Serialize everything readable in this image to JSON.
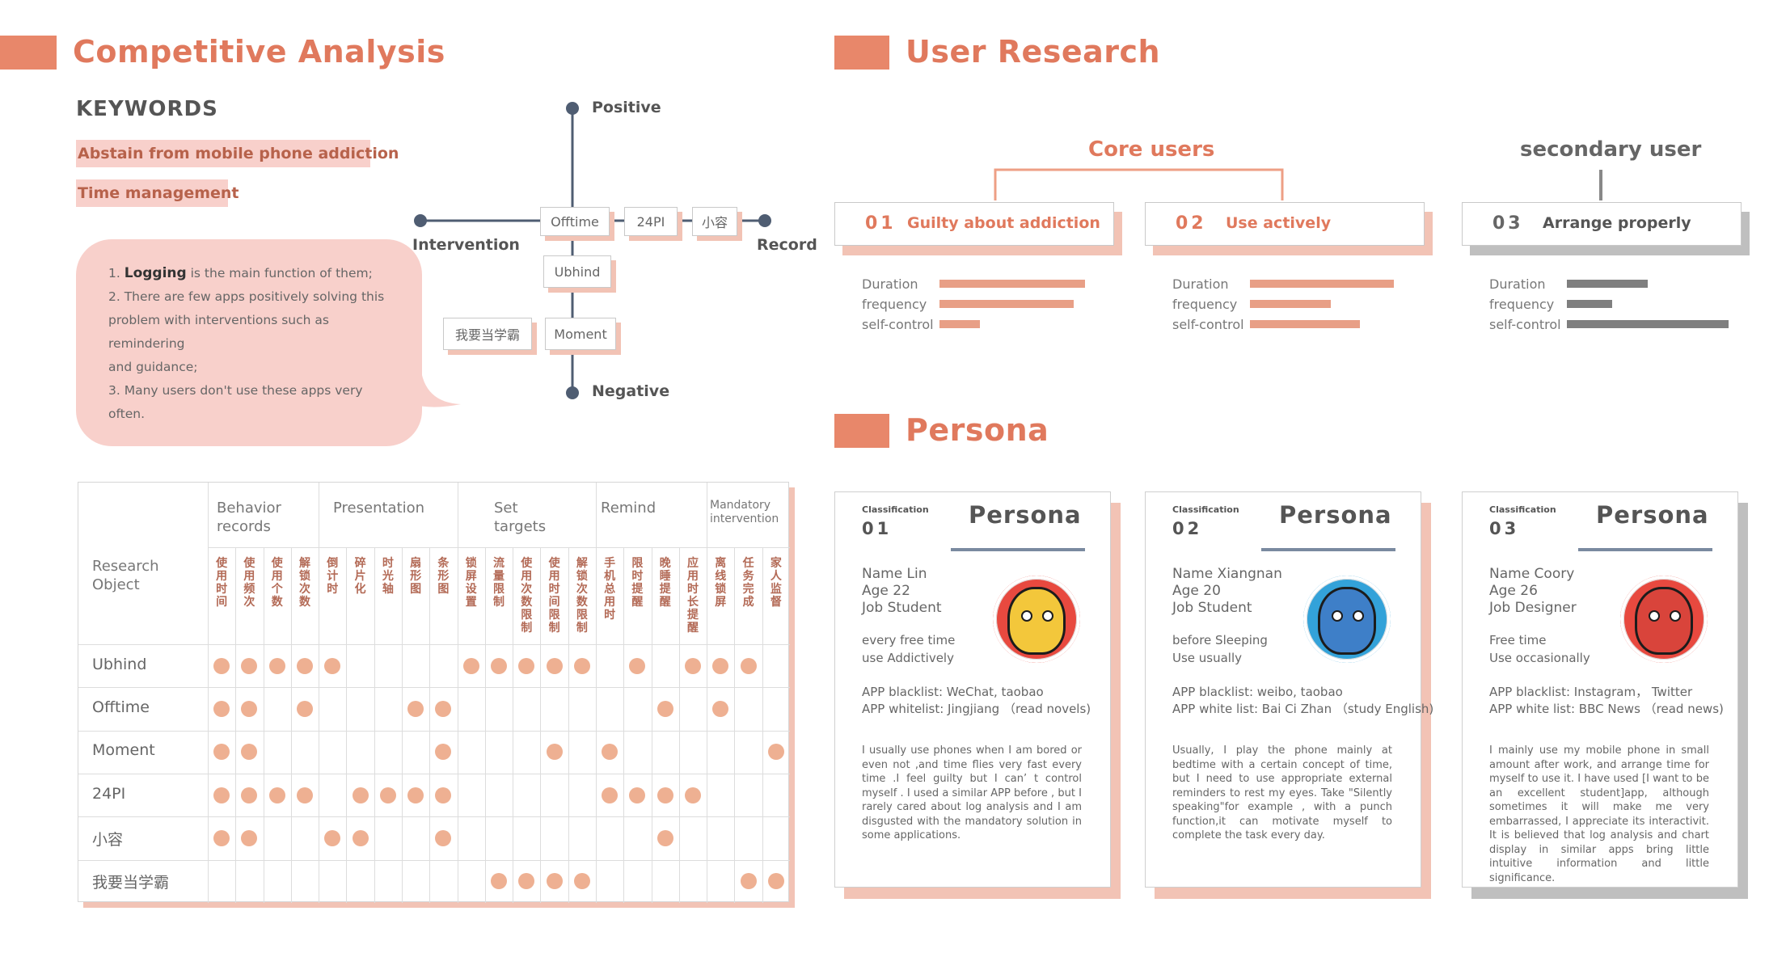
{
  "left": {
    "section_title": "Competitive Analysis",
    "keywords_heading": "KEYWORDS",
    "keywords": [
      "Abstain from mobile phone addiction",
      "Time management"
    ],
    "bubble": {
      "line1_num": "1.",
      "line1_bold": "Logging",
      "line1_rest": "is the main function of them;",
      "line2": "2. There are few apps positively solving this",
      "line3": "problem with interventions such as remindering",
      "line4": "and guidance;",
      "line5": "3. Many users don't use these apps very often."
    },
    "axes": {
      "positive": "Positive",
      "negative": "Negative",
      "intervention": "Intervention",
      "record": "Record"
    },
    "apps_on_map": {
      "offtime": "Offtime",
      "app24pi": "24PI",
      "xiaorong": "小容",
      "ubhind": "Ubhind",
      "woyao": "我要当学霸",
      "moment": "Moment"
    },
    "table": {
      "corner_label": "Research\nObject",
      "groups": [
        {
          "label": "Behavior\nrecords"
        },
        {
          "label": "Presentation"
        },
        {
          "label": "Set\ntargets"
        },
        {
          "label": "Remind"
        },
        {
          "label": "Mandatory\nintervention"
        }
      ],
      "columns": [
        "使用时间",
        "使用频次",
        "使用个数",
        "解锁次数",
        "倒计时",
        "碎片化",
        "时光轴",
        "扇形图",
        "条形图",
        "锁屏设置",
        "流量限制",
        "使用次数限制",
        "使用时间限制",
        "解锁次数限制",
        "手机总用时",
        "限时提醒",
        "晚睡提醒",
        "应用时长提醒",
        "离线锁屏",
        "任务完成",
        "家人监督"
      ],
      "rows": [
        {
          "name": "Ubhind",
          "marks": [
            0,
            1,
            2,
            3,
            4,
            9,
            10,
            11,
            12,
            13,
            15,
            17,
            18,
            19
          ]
        },
        {
          "name": "Offtime",
          "marks": [
            0,
            1,
            3,
            7,
            8,
            16,
            18
          ]
        },
        {
          "name": "Moment",
          "marks": [
            0,
            1,
            8,
            12,
            14,
            20
          ]
        },
        {
          "name": "24PI",
          "marks": [
            0,
            1,
            2,
            3,
            5,
            6,
            7,
            8,
            14,
            15,
            16,
            17
          ]
        },
        {
          "name": "小容",
          "marks": [
            0,
            1,
            4,
            5,
            8,
            16
          ]
        },
        {
          "name": "我要当学霸",
          "marks": [
            10,
            11,
            12,
            13,
            19,
            20
          ]
        }
      ]
    }
  },
  "user_research": {
    "section_title": "User Research",
    "core_label": "Core users",
    "secondary_label": "secondary user",
    "metric_names": [
      "Duration",
      "frequency",
      "self-control"
    ],
    "cards": [
      {
        "num": "01",
        "label": "Guilty about addiction",
        "levels": [
          0.9,
          0.83,
          0.25
        ]
      },
      {
        "num": "02",
        "label": "Use actively",
        "levels": [
          0.89,
          0.5,
          0.68
        ]
      },
      {
        "num": "03",
        "label": "Arrange properly",
        "levels": [
          0.5,
          0.28,
          1.0
        ]
      }
    ],
    "colors": {
      "accent": "#e0795d",
      "accent_bar": "#e89f86",
      "gray_bar": "#7f7f7f"
    }
  },
  "persona": {
    "section_title": "Persona",
    "classification_label": "Classification",
    "title": "Persona",
    "cards": [
      {
        "num": "01",
        "name_label": "Name",
        "name": "Lin",
        "age_label": "Age",
        "age": "22",
        "job_label": "Job",
        "job": "Student",
        "usage1": "every free time",
        "usage2": "use Addictively",
        "blacklist": "APP blacklist:  WeChat, taobao",
        "whitelist": "APP whitelist:  Jingjiang （read novels)",
        "quote": "I usually use phones when I am bored or even  not ,and time flies very fast every time .I feel guilty  but I can’ t control myself . I used a similar APP before , but I rarely cared about log analysis and I am disgusted with the mandatory solution in some applications."
      },
      {
        "num": "02",
        "name_label": "Name",
        "name": "Xiangnan",
        "age_label": "Age",
        "age": "20",
        "job_label": "Job",
        "job": "Student",
        "usage1": "before Sleeping",
        "usage2": "Use usually",
        "blacklist": "APP blacklist:  weibo, taobao",
        "whitelist": "APP white list:  Bai Ci Zhan （study English)",
        "quote": "Usually, I play the phone mainly at bedtime with  a certain concept of time, but I  need to use appropriate external reminders to rest my eyes. Take \"Silently speaking\"for example , with a punch function,it  can motivate myself  to complete the task every day."
      },
      {
        "num": "03",
        "name_label": "Name",
        "name": "Coory",
        "age_label": "Age",
        "age": "26",
        "job_label": "Job",
        "job": "Designer",
        "usage1": "Free time",
        "usage2": "Use occasionally",
        "blacklist": "APP blacklist:  Instagram， Twitter",
        "whitelist": "APP white list:  BBC News （read news)",
        "quote": "I mainly use my mobile phone in small amount after work, and arrange time for myself to use it. I have used [I want to be an excellent student]app, although sometimes it will make me very embarrassed, I appreciate its interactivit. It is believed that log analysis and chart display in similar apps bring little intuitive information and little significance."
      }
    ]
  }
}
